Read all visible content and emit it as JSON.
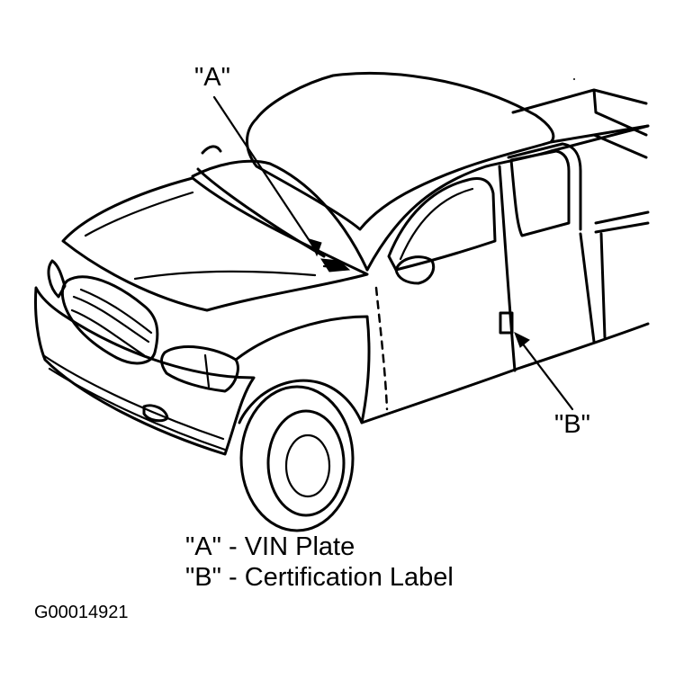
{
  "callouts": {
    "a": "\"A\"",
    "b": "\"B\""
  },
  "legend": [
    "\"A\" - VIN Plate",
    "\"B\" - Certification Label"
  ],
  "figure_id": "G00014921",
  "colors": {
    "ink": "#000000",
    "paper": "#ffffff"
  }
}
